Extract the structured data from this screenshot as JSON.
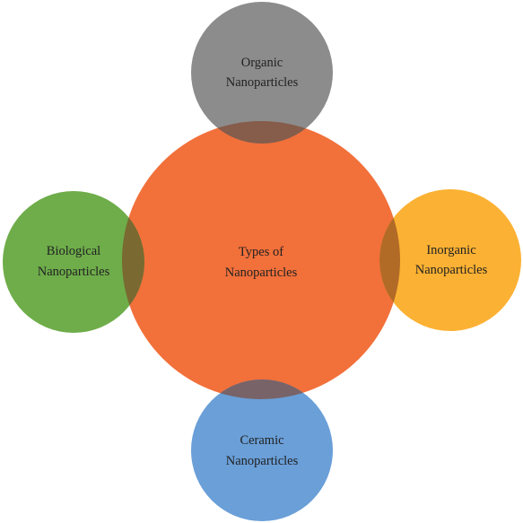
{
  "diagram": {
    "center": {
      "line1": "Types of",
      "line2": "Nanoparticles",
      "color": "#F2703A"
    },
    "nodes": {
      "top": {
        "line1": "Organic",
        "line2": "Nanoparticles",
        "color": "#8C8C8C"
      },
      "right": {
        "line1": "Inorganic",
        "line2": "Nanoparticles",
        "color": "#FBB133"
      },
      "bottom": {
        "line1": "Ceramic",
        "line2": "Nanoparticles",
        "color": "#6A9FD8"
      },
      "left": {
        "line1": "Biological",
        "line2": "Nanoparticles",
        "color": "#6EAD4A"
      }
    }
  }
}
